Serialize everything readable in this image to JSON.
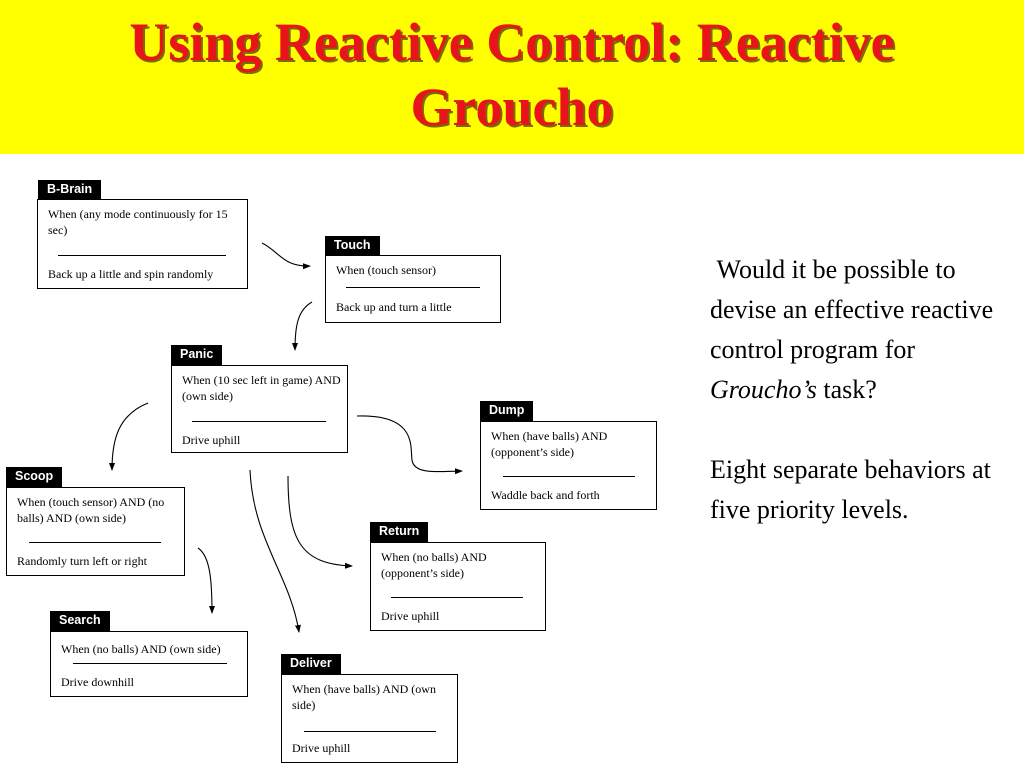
{
  "slide": {
    "title": "Using Reactive Control: Reactive Groucho",
    "colors": {
      "title_band": "#ffff00",
      "title_text": "#e8141a"
    }
  },
  "behaviors": [
    {
      "name": "B-Brain",
      "condition": "When (any mode continuously for 15 sec)",
      "action": "Back up a little and spin randomly"
    },
    {
      "name": "Touch",
      "condition": "When (touch sensor)",
      "action": "Back up and turn a little"
    },
    {
      "name": "Panic",
      "condition": "When (10 sec left in game) AND (own side)",
      "action": "Drive uphill"
    },
    {
      "name": "Dump",
      "condition": "When (have balls) AND (opponent’s side)",
      "action": "Waddle back and forth"
    },
    {
      "name": "Scoop",
      "condition": "When (touch sensor) AND (no balls) AND (own side)",
      "action": "Randomly turn left or right"
    },
    {
      "name": "Return",
      "condition": "When (no balls) AND (opponent’s side)",
      "action": "Drive uphill"
    },
    {
      "name": "Search",
      "condition": "When (no balls) AND (own side)",
      "action": "Drive downhill"
    },
    {
      "name": "Deliver",
      "condition": "When (have balls) AND (own side)",
      "action": "Drive uphill"
    }
  ],
  "side_text": {
    "q_pre": " Would it be possible to devise an effective reactive control program for ",
    "q_em": "Groucho’s",
    "q_post": " task?",
    "answer": "Eight separate behaviors at five priority levels."
  }
}
